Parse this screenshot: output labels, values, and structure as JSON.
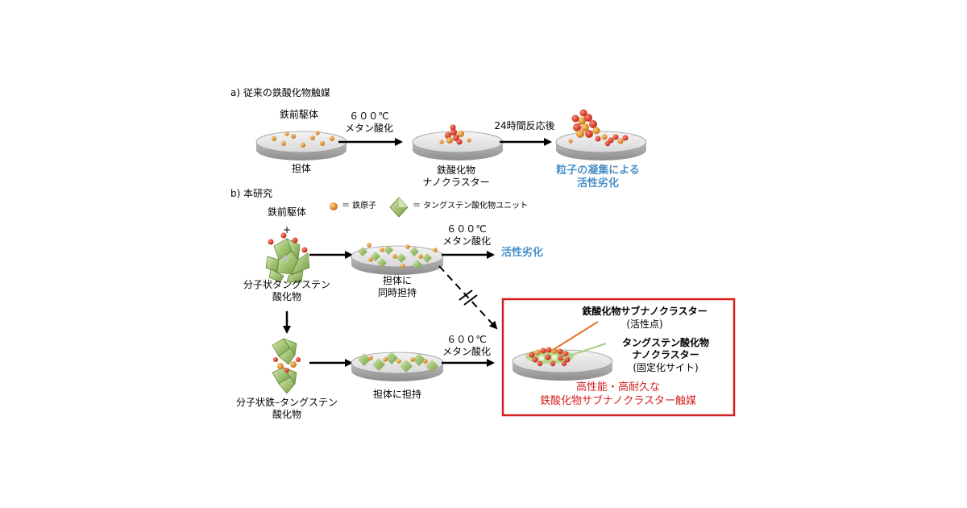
{
  "section_a": {
    "title": "a) 従来の鉄酸化物触媒",
    "precursor_label": "鉄前駆体",
    "support_label": "担体",
    "step1_line1": "６００℃",
    "step1_line2": "メタン酸化",
    "cluster_line1": "鉄酸化物",
    "cluster_line2": "ナノクラスター",
    "step2_label": "24時間反応後",
    "deactivation_line1": "粒子の凝集による",
    "deactivation_line2": "活性劣化"
  },
  "section_b": {
    "title": "b) 本研究",
    "precursor_label": "鉄前駆体",
    "plus": "+",
    "legend_fe": "＝ 鉄原子",
    "legend_w": "＝ タングステン酸化物ユニット",
    "molecular_w_line1": "分子状タングステン",
    "molecular_w_line2": "酸化物",
    "co_support_line1": "担体に",
    "co_support_line2": "同時担持",
    "step_top_line1": "６００℃",
    "step_top_line2": "メタン酸化",
    "top_result": "活性劣化",
    "molecular_fe_w_line1": "分子状鉄–タングステン",
    "molecular_fe_w_line2": "酸化物",
    "supported_label": "担体に担持",
    "step_bottom_line1": "６００℃",
    "step_bottom_line2": "メタン酸化",
    "callout1_line1": "鉄酸化物サブナノクラスター",
    "callout1_line2": "(活性点)",
    "callout2_line1": "タングステン酸化物",
    "callout2_line2": "ナノクラスター",
    "callout2_line3": "(固定化サイト)",
    "result_line1": "高性能・高耐久な",
    "result_line2": "鉄酸化物サブナノクラスター触媒"
  },
  "colors": {
    "fe_atom": "#e08a1e",
    "oxygen": "#e03a2a",
    "tungsten_unit": "#9cc06a",
    "highlight_text": "#4a90c8",
    "result_box": "#d42020",
    "callout1_line": "#e8742a",
    "callout2_line": "#a8d088"
  }
}
